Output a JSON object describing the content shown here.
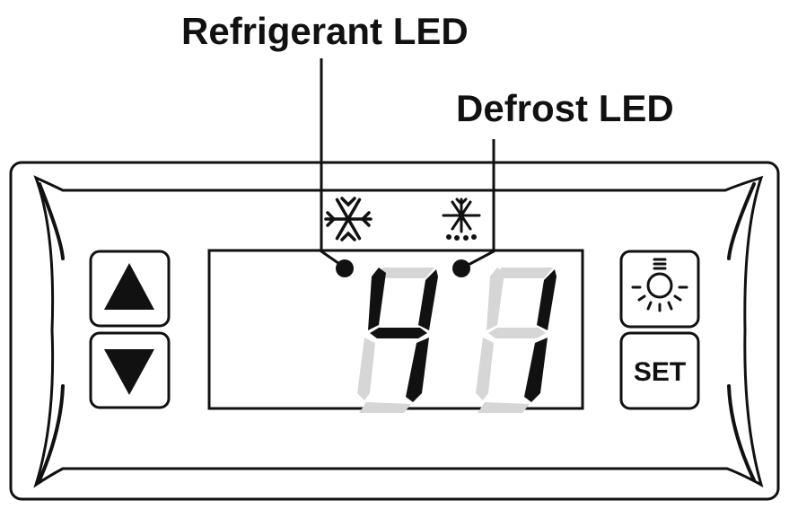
{
  "callouts": {
    "refrigerant_led": "Refrigerant LED",
    "defrost_led": "Defrost LED"
  },
  "display": {
    "digits": [
      4,
      1
    ],
    "lit_color": "#111111",
    "unlit_color": "#d6d6d6"
  },
  "leds": {
    "refrigerant": {
      "icon": "snowflake-icon",
      "lit": true
    },
    "defrost": {
      "icon": "snowflake-drops-icon",
      "lit": true
    }
  },
  "buttons": {
    "up": {
      "icon": "up-triangle-icon"
    },
    "down": {
      "icon": "down-triangle-icon"
    },
    "light": {
      "icon": "light-bulb-icon"
    },
    "set": {
      "label": "SET"
    }
  }
}
